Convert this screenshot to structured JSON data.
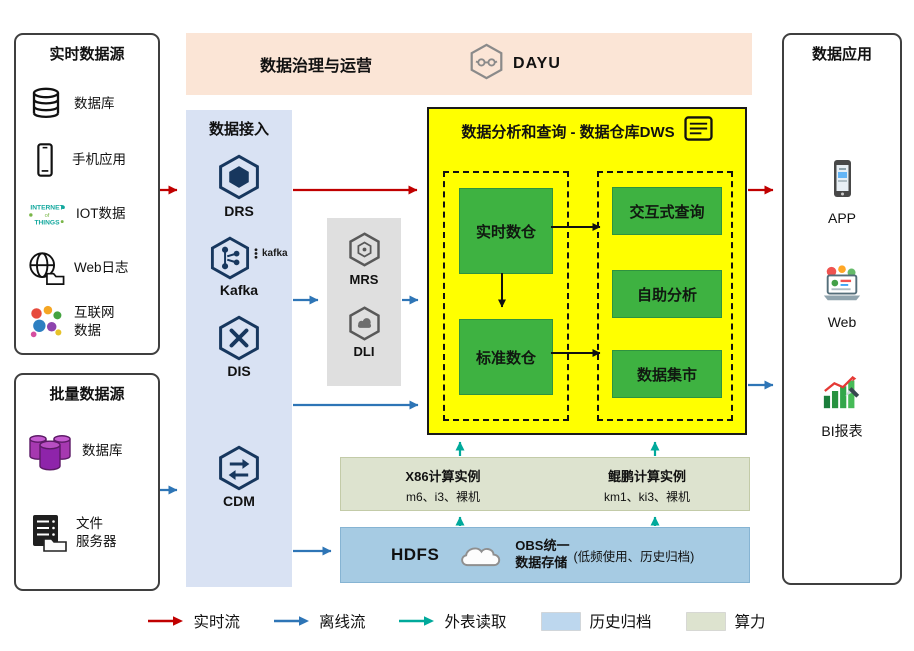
{
  "colors": {
    "realtime-flow": "#c00000",
    "offline-flow": "#2e75b6",
    "external-read": "#00a99b",
    "archive-fill": "#bdd7ee",
    "compute-fill": "#dde3cf",
    "dws-yellow": "#ffff00",
    "green-module": "#3eb241",
    "ingestion-fill": "#d9e2f3",
    "governance-fill": "#fbe5d6",
    "middleware-fill": "#dfdfdf",
    "hdfs-fill": "#a6cbe3"
  },
  "governance": {
    "title": "数据治理与运营",
    "logo_text": "DAYU",
    "logo_icon": "dayu-hexagon-icon"
  },
  "realtime_sources": {
    "title": "实时数据源",
    "items": [
      {
        "label": "数据库",
        "icon": "database-icon"
      },
      {
        "label": "手机应用",
        "icon": "mobile-phone-icon"
      },
      {
        "label": "IOT数据",
        "icon": "iot-wordcloud-icon"
      },
      {
        "label": "Web日志",
        "icon": "globe-icon"
      },
      {
        "label": "互联网\n数据",
        "icon": "internet-data-icon"
      }
    ]
  },
  "batch_sources": {
    "title": "批量数据源",
    "items": [
      {
        "label": "数据库",
        "icon": "database-cluster-icon"
      },
      {
        "label": "文件\n服务器",
        "icon": "file-server-icon"
      }
    ]
  },
  "ingestion": {
    "title": "数据接入",
    "items": [
      {
        "label": "DRS",
        "icon": "drs-hexagon-icon"
      },
      {
        "label": "Kafka",
        "icon": "kafka-hexagon-icon",
        "logo_text": "kafka"
      },
      {
        "label": "DIS",
        "icon": "dis-hexagon-icon"
      },
      {
        "label": "CDM",
        "icon": "cdm-hexagon-icon"
      }
    ]
  },
  "middleware": {
    "items": [
      {
        "label": "MRS",
        "icon": "mrs-hexagon-icon"
      },
      {
        "label": "DLI",
        "icon": "dli-hexagon-icon"
      }
    ]
  },
  "dws": {
    "title": "数据分析和查询 - 数据仓库DWS",
    "title_icon": "dws-ledger-icon",
    "warehouses": [
      {
        "label": "实时数仓"
      },
      {
        "label": "标准数仓"
      }
    ],
    "services": [
      {
        "label": "交互式查询"
      },
      {
        "label": "自助分析"
      },
      {
        "label": "数据集市"
      }
    ]
  },
  "compute": {
    "x86": {
      "title": "X86计算实例",
      "spec": "m6、i3、裸机"
    },
    "kunpeng": {
      "title": "鲲鹏计算实例",
      "spec": "km1、ki3、裸机"
    }
  },
  "storage": {
    "hdfs_label": "HDFS",
    "obs_label": "OBS统一\n数据存储",
    "obs_note": "(低频使用、历史归档)",
    "icon": "cloud-icon"
  },
  "applications": {
    "title": "数据应用",
    "items": [
      {
        "label": "APP",
        "icon": "app-phone-icon"
      },
      {
        "label": "Web",
        "icon": "web-app-icon"
      },
      {
        "label": "BI报表",
        "icon": "bi-report-icon"
      }
    ]
  },
  "legend": {
    "items": [
      {
        "label": "实时流",
        "type": "arrow",
        "color": "#c00000"
      },
      {
        "label": "离线流",
        "type": "arrow",
        "color": "#2e75b6"
      },
      {
        "label": "外表读取",
        "type": "arrow",
        "color": "#00a99b"
      },
      {
        "label": "历史归档",
        "type": "swatch",
        "color": "#bdd7ee"
      },
      {
        "label": "算力",
        "type": "swatch",
        "color": "#dde3cf"
      }
    ]
  }
}
